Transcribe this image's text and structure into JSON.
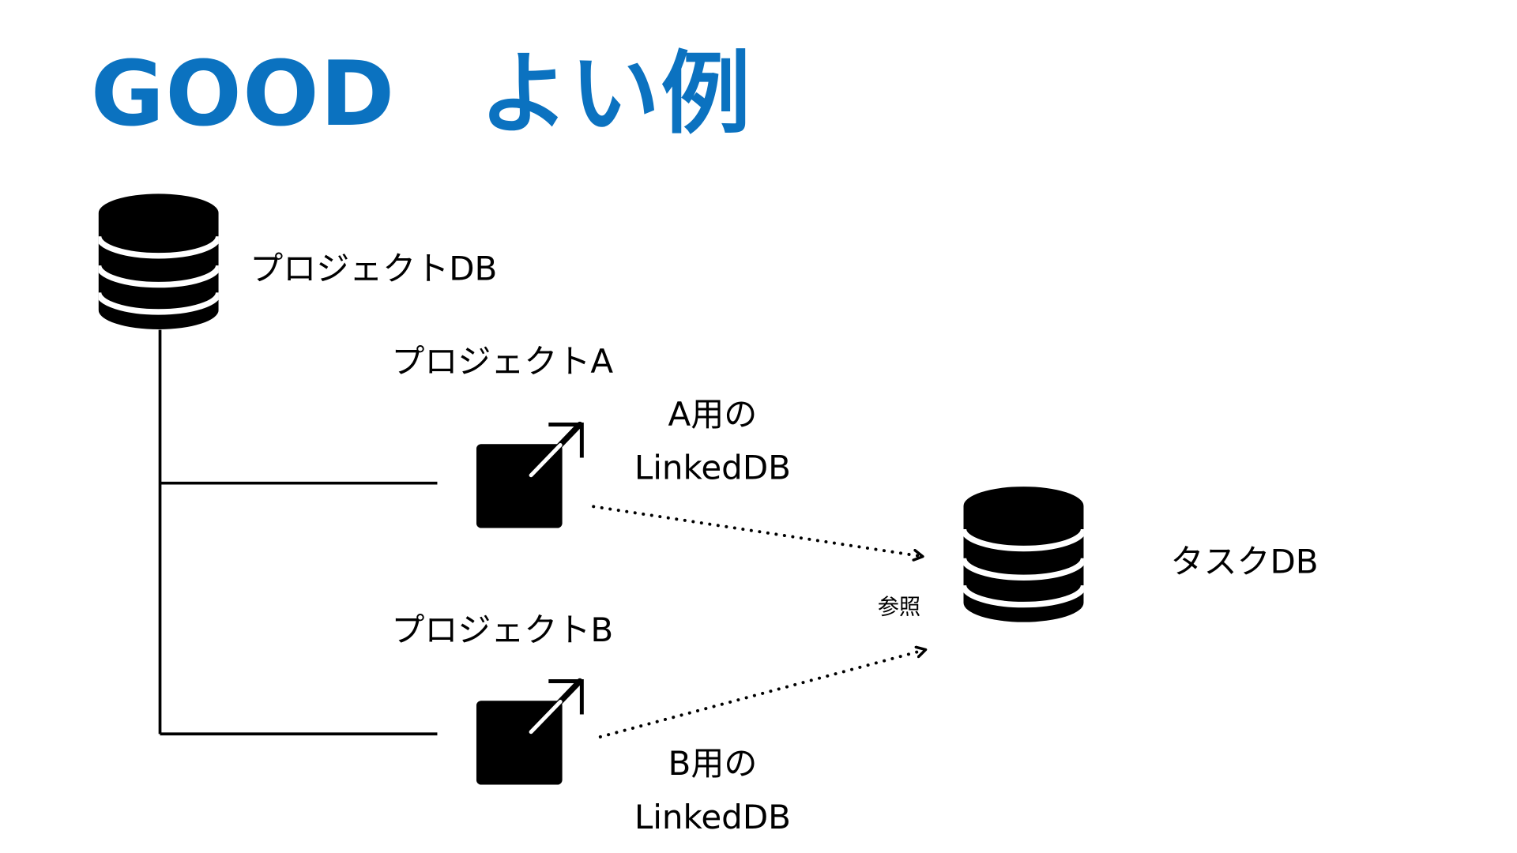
{
  "title": {
    "good": "GOOD",
    "japanese": "よい例",
    "color": "#0B72C0"
  },
  "nodes": {
    "project_db": {
      "label": "プロジェクトDB",
      "icon": "database-icon"
    },
    "project_a": {
      "label": "プロジェクトA"
    },
    "project_b": {
      "label": "プロジェクトB"
    },
    "linked_a": {
      "label_line1": "A用の",
      "label_line2": "LinkedDB",
      "icon": "linked-database-icon"
    },
    "linked_b": {
      "label_line1": "B用の",
      "label_line2": "LinkedDB",
      "icon": "linked-database-icon"
    },
    "task_db": {
      "label": "タスクDB",
      "icon": "database-icon"
    }
  },
  "edges": {
    "reference_label": "参照"
  },
  "colors": {
    "ink": "#000000",
    "background": "#FFFFFF"
  }
}
